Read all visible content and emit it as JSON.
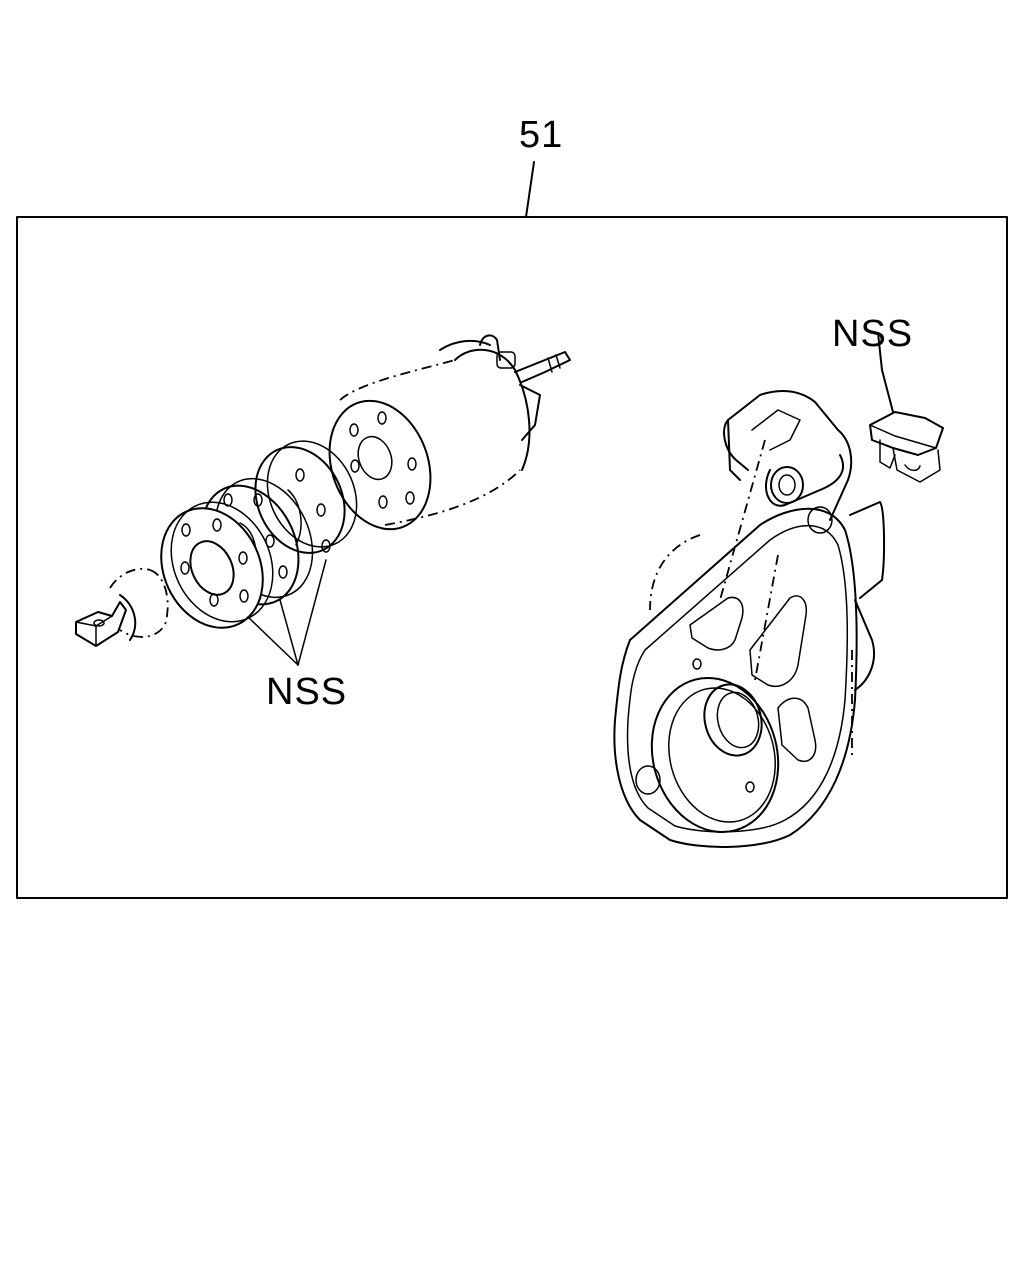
{
  "diagram": {
    "callouts": {
      "assembly_number": "51",
      "left_label": "NSS",
      "right_label": "NSS"
    },
    "parts": [
      {
        "name": "plunger-cap-icon"
      },
      {
        "name": "spacer-washers-icon"
      },
      {
        "name": "solenoid-body-icon"
      },
      {
        "name": "drive-housing-icon"
      },
      {
        "name": "brush-clip-icon"
      }
    ]
  }
}
